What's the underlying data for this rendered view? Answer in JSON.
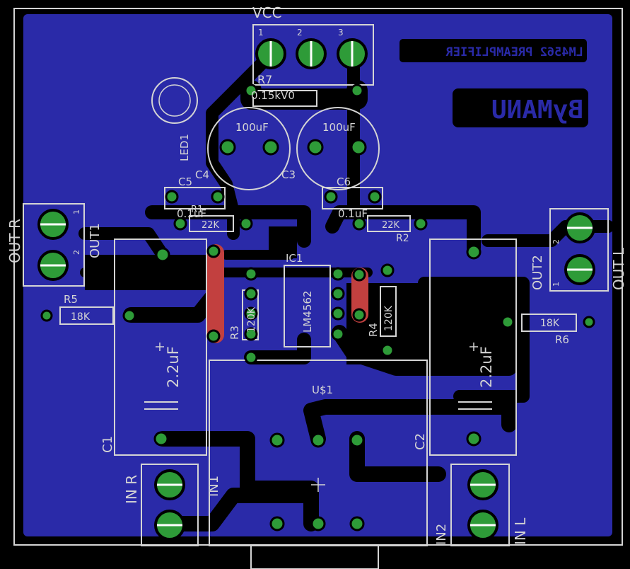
{
  "board": {
    "title_text": "LM4562 PREAMPLIFIER",
    "author_text": "ByMANU",
    "vcc_label": "VCC",
    "vcc_pins": [
      "1",
      "2",
      "3"
    ],
    "ic": {
      "name": "IC1",
      "part": "LM4562"
    },
    "regulator": {
      "name": "U$1"
    },
    "led": {
      "name": "LED1"
    },
    "resistors": [
      {
        "name": "R1",
        "value": "22K"
      },
      {
        "name": "R2",
        "value": "22K"
      },
      {
        "name": "R3",
        "value": "120K"
      },
      {
        "name": "R4",
        "value": "120K"
      },
      {
        "name": "R5",
        "value": "18K"
      },
      {
        "name": "R6",
        "value": "18K"
      },
      {
        "name": "R7",
        "value": "0.15kV0"
      }
    ],
    "capacitors": [
      {
        "name": "C1",
        "value": "2.2uF"
      },
      {
        "name": "C2",
        "value": "2.2uF"
      },
      {
        "name": "C3",
        "value": "100uF"
      },
      {
        "name": "C4",
        "value": "100uF"
      },
      {
        "name": "C5",
        "value": "0.1uF"
      },
      {
        "name": "C6",
        "value": "0.1uF"
      }
    ],
    "connectors": [
      {
        "name": "OUT1",
        "label": "OUT R",
        "pins": [
          "1",
          "2"
        ]
      },
      {
        "name": "OUT2",
        "label": "OUT L",
        "pins": [
          "2",
          "1"
        ]
      },
      {
        "name": "IN1",
        "label": "IN R"
      },
      {
        "name": "IN2",
        "label": "IN L"
      }
    ],
    "colors": {
      "background": "#2a2aa8",
      "copper": "#2e9b38",
      "silkscreen": "#d4d4d4",
      "jumper": "#c2403f"
    }
  }
}
